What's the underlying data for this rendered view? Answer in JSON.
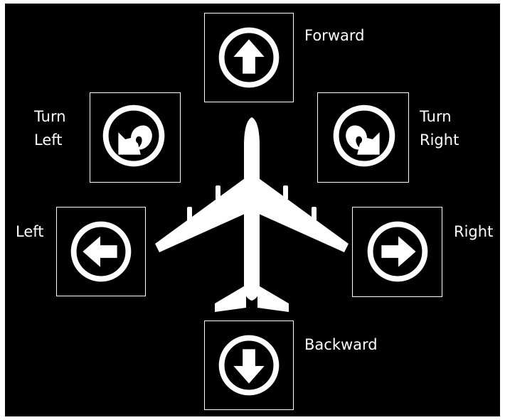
{
  "controls": {
    "forward": {
      "label": "Forward",
      "icon": "arrow-up-circle-icon"
    },
    "turn_left": {
      "label_line1": "Turn",
      "label_line2": "Left",
      "icon": "turn-left-circle-icon"
    },
    "turn_right": {
      "label_line1": "Turn",
      "label_line2": "Right",
      "icon": "turn-right-circle-icon"
    },
    "left": {
      "label": "Left",
      "icon": "arrow-left-circle-icon"
    },
    "right": {
      "label": "Right",
      "icon": "arrow-right-circle-icon"
    },
    "backward": {
      "label": "Backward",
      "icon": "arrow-down-circle-icon"
    }
  },
  "center_image": {
    "icon": "airplane-icon"
  },
  "colors": {
    "background": "#000000",
    "foreground": "#ffffff"
  }
}
